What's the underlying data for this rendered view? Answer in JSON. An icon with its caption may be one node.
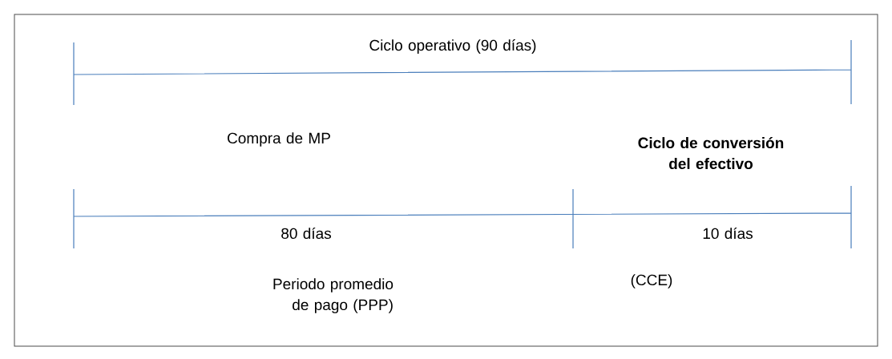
{
  "diagram": {
    "labels": [
      "Ciclo operativo (90 días)",
      "Compra de MP",
      "Ciclo de conversión del efectivo",
      "80 días",
      "10 días",
      "Periodo promedio de pago (PPP)",
      "(CCE)"
    ]
  }
}
